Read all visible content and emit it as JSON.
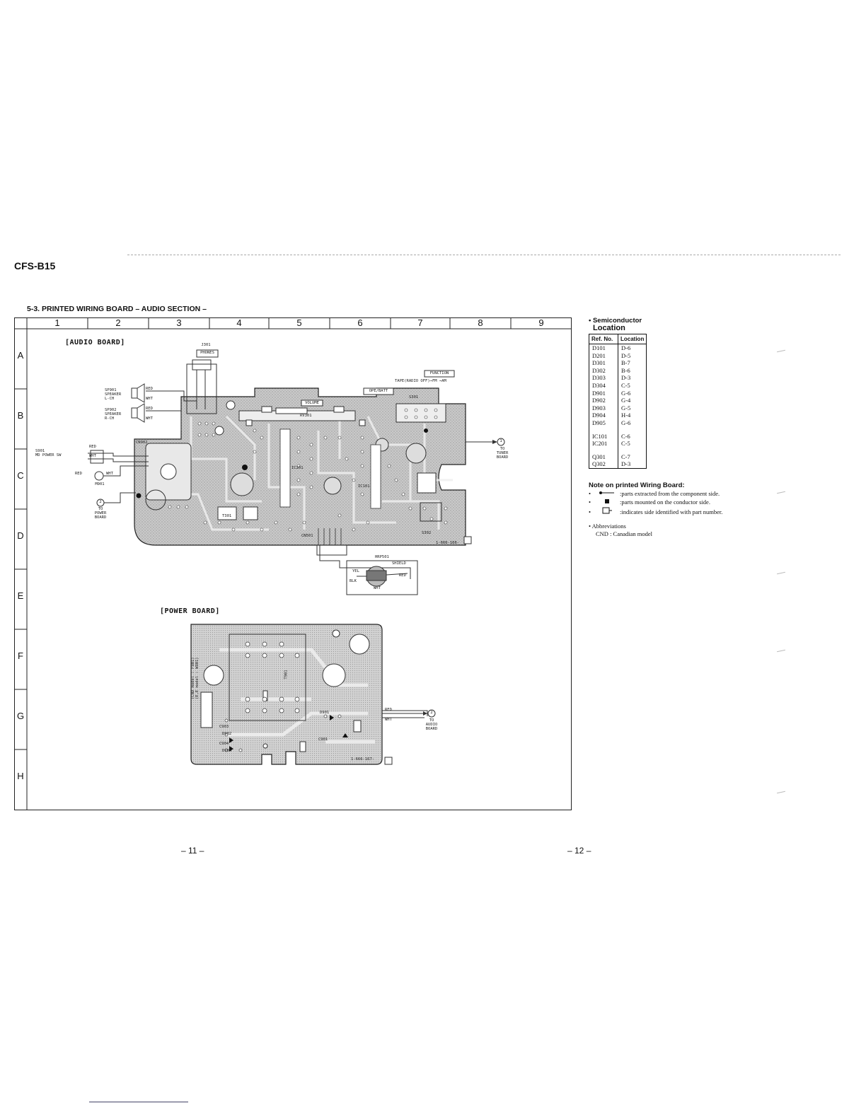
{
  "header": {
    "model": "CFS-B15",
    "section_title": "5-3.   PRINTED WIRING BOARD – AUDIO SECTION –"
  },
  "grid": {
    "columns": [
      "1",
      "2",
      "3",
      "4",
      "5",
      "6",
      "7",
      "8",
      "9"
    ],
    "rows": [
      "A",
      "B",
      "C",
      "D",
      "E",
      "F",
      "G",
      "H"
    ]
  },
  "audio_board": {
    "title": "[AUDIO BOARD]",
    "connector_labels": {
      "j301": "J301",
      "phones": "PHONES",
      "function": "FUNCTION",
      "function_modes": "TAPE(RADIO OFF)→FM →AM",
      "ope_batt": "OPE/BATT",
      "volume": "VOLUME",
      "sp901": "SP901\nSPEAKER\nL-CH",
      "sp902": "SP902\nSPEAKER\nR-CH",
      "s901": "S901\nMD POWER SW",
      "m901": "M901",
      "to_power_board": "TO\nPOWER\nBOARD",
      "to_tuner_board": "TO\nTUNER\nBOARD",
      "hrp501": "HRP501",
      "shield": "SHIELD",
      "board_no": "1-666-166-",
      "cn501": "CN501",
      "cn902": "CN902",
      "ic101": "IC101",
      "ic201": "IC201",
      "s301": "S301",
      "s302": "S302",
      "rv301": "RV301",
      "t301": "T301"
    },
    "wire_colors": [
      "RED",
      "WHT",
      "YEL",
      "BLK"
    ],
    "terminals": [
      "1",
      "2"
    ]
  },
  "power_board": {
    "title": "[POWER BOARD]",
    "labels": {
      "t901": "T901",
      "to_audio_board": "TO\nAUDIO\nBOARD",
      "board_no": "1-666-167-",
      "red": "RED",
      "wht": "WHT",
      "d901": "D901",
      "d902": "D902",
      "d904": "D904",
      "c901": "C901",
      "c903": "C903",
      "c904": "C904",
      "f901": "(CND model : F901)\n(E,E model : W901)",
      "terminal": "2"
    }
  },
  "semiconductor": {
    "heading": "• Semiconductor",
    "subheading": "Location",
    "col_ref": "Ref. No.",
    "col_loc": "Location",
    "groups": [
      [
        {
          "ref": "D101",
          "loc": "D-6"
        },
        {
          "ref": "D201",
          "loc": "D-5"
        },
        {
          "ref": "D301",
          "loc": "B-7"
        },
        {
          "ref": "D302",
          "loc": "B-6"
        },
        {
          "ref": "D303",
          "loc": "D-3"
        },
        {
          "ref": "D304",
          "loc": "C-5"
        },
        {
          "ref": "D901",
          "loc": "G-6"
        },
        {
          "ref": "D902",
          "loc": "G-4"
        },
        {
          "ref": "D903",
          "loc": "G-5"
        },
        {
          "ref": "D904",
          "loc": "H-4"
        },
        {
          "ref": "D905",
          "loc": "G-6"
        }
      ],
      [
        {
          "ref": "IC101",
          "loc": "C-6"
        },
        {
          "ref": "IC201",
          "loc": "C-5"
        }
      ],
      [
        {
          "ref": "Q301",
          "loc": "C-7"
        },
        {
          "ref": "Q302",
          "loc": "D-3"
        }
      ]
    ]
  },
  "notes": {
    "heading": "Note on printed Wiring Board:",
    "items": [
      {
        "bullet": "•",
        "text": ":parts extracted from the component side."
      },
      {
        "bullet": "•",
        "text": ":parts mounted on the conductor side."
      },
      {
        "bullet": "•",
        "text": ":indicates side identified with part number."
      }
    ],
    "abbr_heading": "•   Abbreviations",
    "abbr_cnd": "CND : Canadian model"
  },
  "footer": {
    "page_left": "– 11 –",
    "page_right": "– 12 –"
  }
}
